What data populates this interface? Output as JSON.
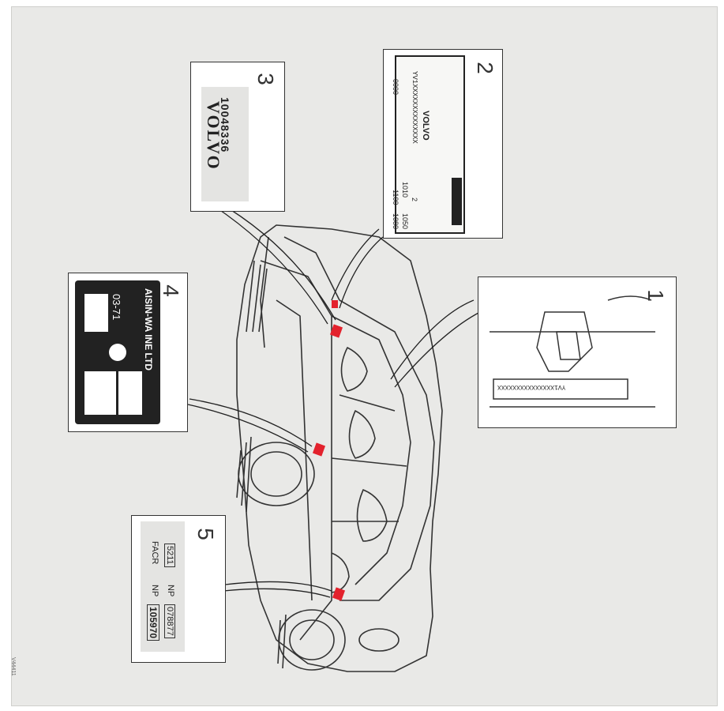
{
  "callouts": {
    "c1": {
      "number": "1",
      "vin": "YV1XXXXXXXXXXXXXXX"
    },
    "c2": {
      "number": "2",
      "brand": "VOLVO",
      "line1": "YV1XXXXXXXXXXXXXX",
      "line2": "1010",
      "line3": "0000",
      "line4": "1100",
      "line5": "1050",
      "line6": "2",
      "line7": "1080"
    },
    "c3": {
      "number": "3",
      "code": "10048336",
      "brand": "VOLVO"
    },
    "c4": {
      "number": "4",
      "maker": "AISIN-WA INE LTD",
      "model": "03-71"
    },
    "c5": {
      "number": "5",
      "r1a": "5211",
      "r1b": "NP",
      "r1c": "078877",
      "r2a": "FACR",
      "r2b": "NP",
      "r2c": "105970"
    }
  },
  "ref": "V44411"
}
